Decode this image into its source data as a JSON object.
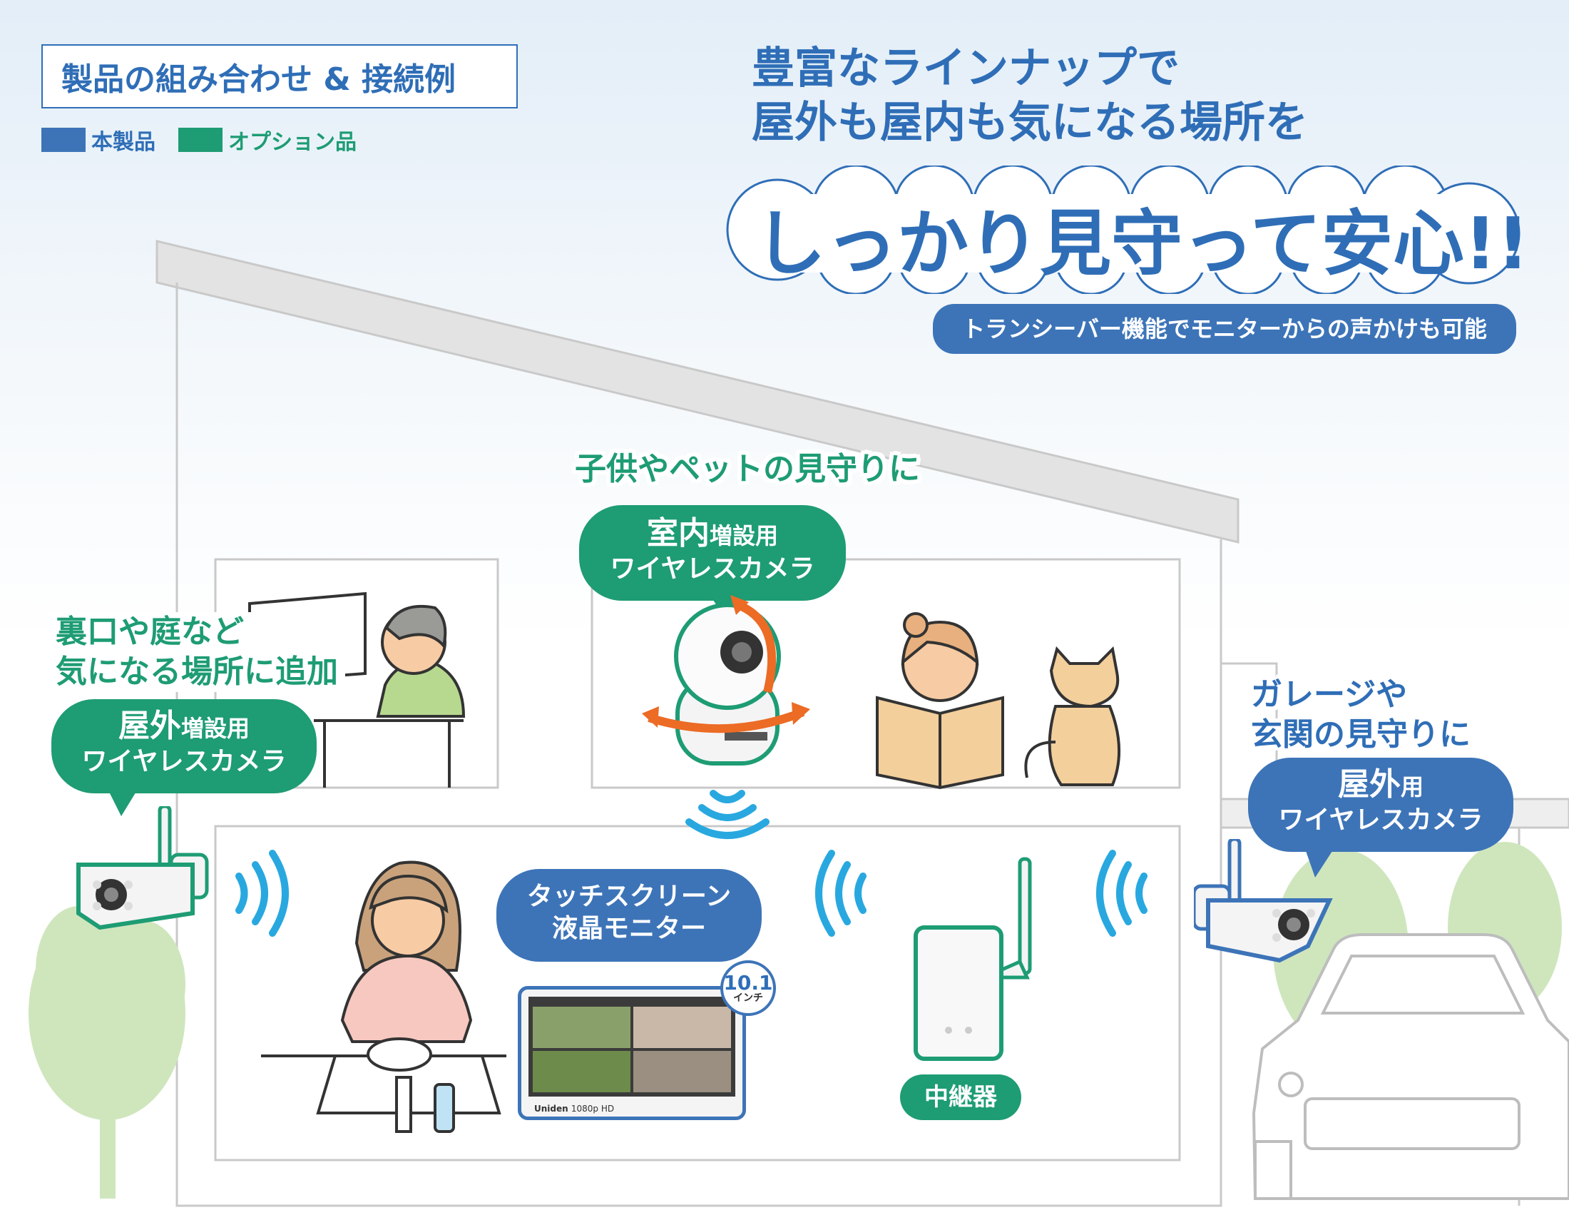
{
  "header": {
    "title": "製品の組み合わせ & 接続例",
    "legend": [
      {
        "label": "本製品",
        "color": "#3d74b8"
      },
      {
        "label": "オプション品",
        "color": "#1e9c74"
      }
    ]
  },
  "headline": {
    "line1": "豊富なラインナップで",
    "line2": "屋外も屋内も気になる場所を",
    "emphasis": "しっかり見守って安心!!",
    "subnote": "トランシーバー機能でモニターからの声かけも可能"
  },
  "callouts": {
    "pet_watch": "子供やペットの見守りに",
    "backdoor_line1": "裏口や庭など",
    "backdoor_line2": "気になる場所に追加",
    "garage_line1": "ガレージや",
    "garage_line2": "玄関の見守りに"
  },
  "products": {
    "indoor_camera": {
      "big": "室内",
      "small": "増設用",
      "line2": "ワイヤレスカメラ",
      "kind": "オプション品"
    },
    "outdoor_add_camera": {
      "big": "屋外",
      "small": "増設用",
      "line2": "ワイヤレスカメラ",
      "kind": "オプション品"
    },
    "outdoor_camera": {
      "big": "屋外",
      "small": "用",
      "line2": "ワイヤレスカメラ",
      "kind": "本製品"
    },
    "monitor": {
      "line1": "タッチスクリーン",
      "line2": "液晶モニター",
      "size": "10.1",
      "size_unit": "インチ",
      "kind": "本製品"
    },
    "repeater": {
      "label": "中継器",
      "kind": "オプション品"
    }
  },
  "device_brand": {
    "name": "Uniden",
    "model_tag": "1080p HD"
  },
  "colors": {
    "brand_blue": "#3d74b8",
    "option_green": "#1e9c74",
    "wave_blue": "#29a8e0",
    "arrow_orange": "#ec6b25"
  }
}
